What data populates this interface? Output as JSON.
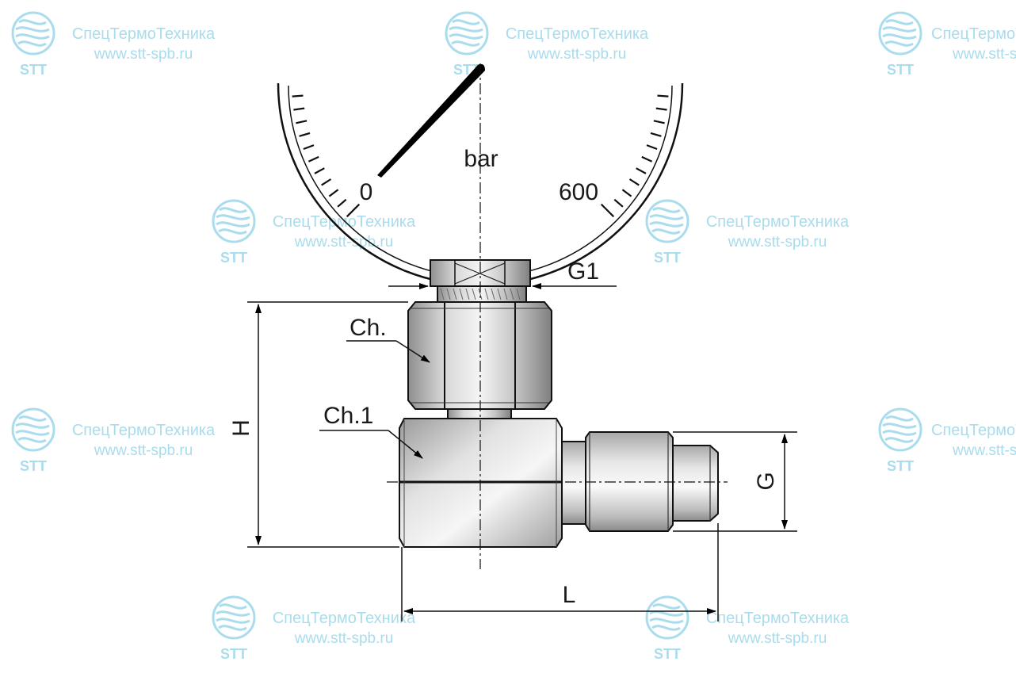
{
  "watermark": {
    "brand": "СпецТермоТехника",
    "url": "www.stt-spb.ru",
    "logo_text": "STT",
    "color": "#a9dcec"
  },
  "gauge": {
    "unit": "bar",
    "scale_min": "0",
    "scale_max": "600"
  },
  "labels": {
    "g1": "G1",
    "ch": "Ch.",
    "ch1": "Ch.1",
    "h": "H",
    "g": "G",
    "l": "L"
  }
}
